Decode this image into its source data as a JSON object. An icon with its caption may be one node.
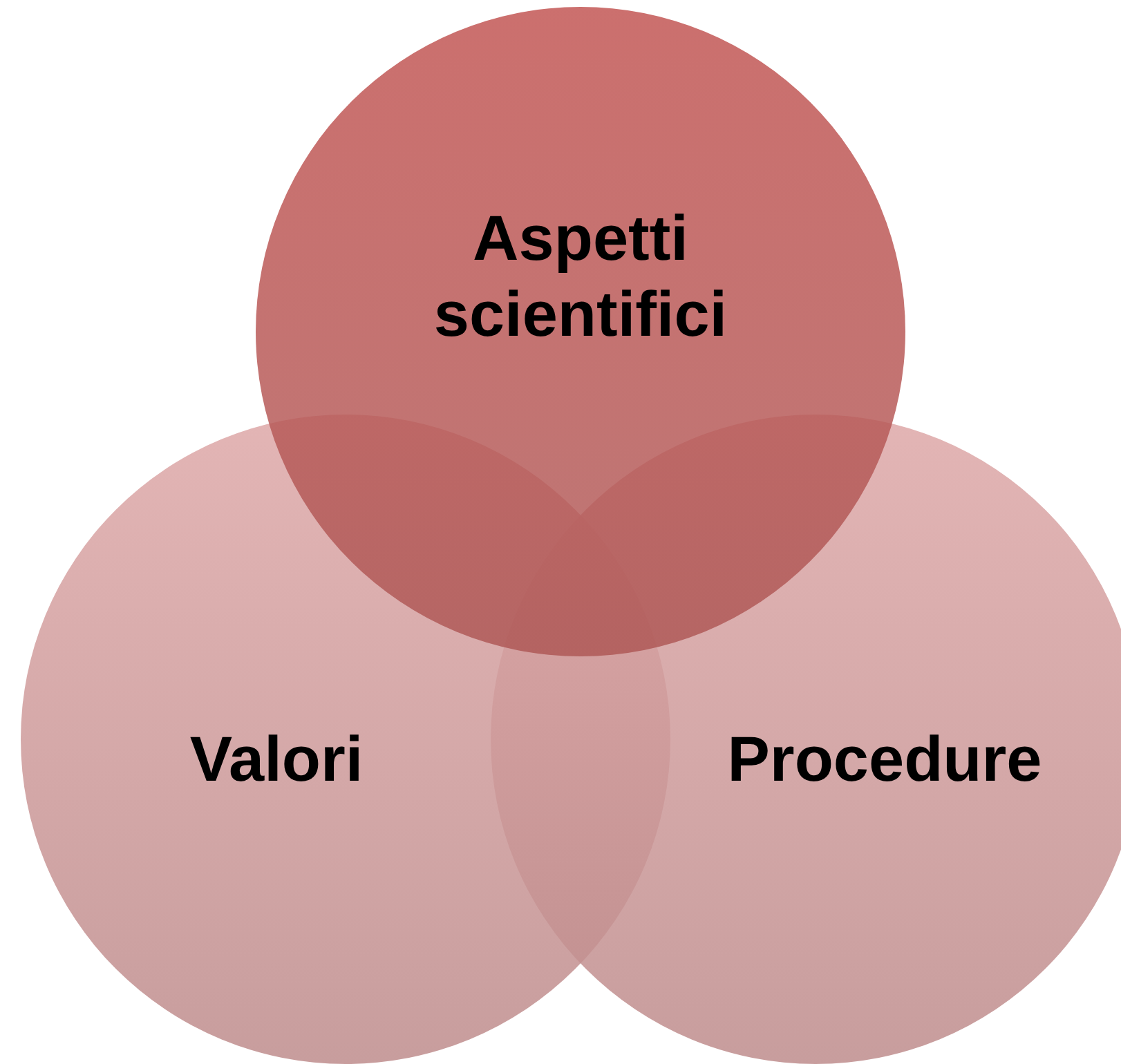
{
  "diagram": {
    "nodes": [
      {
        "text": [
          "Aspetti scientifici"
        ]
      },
      {
        "text": [
          "Valori"
        ]
      },
      {
        "text": [
          "Procedure"
        ]
      }
    ]
  }
}
